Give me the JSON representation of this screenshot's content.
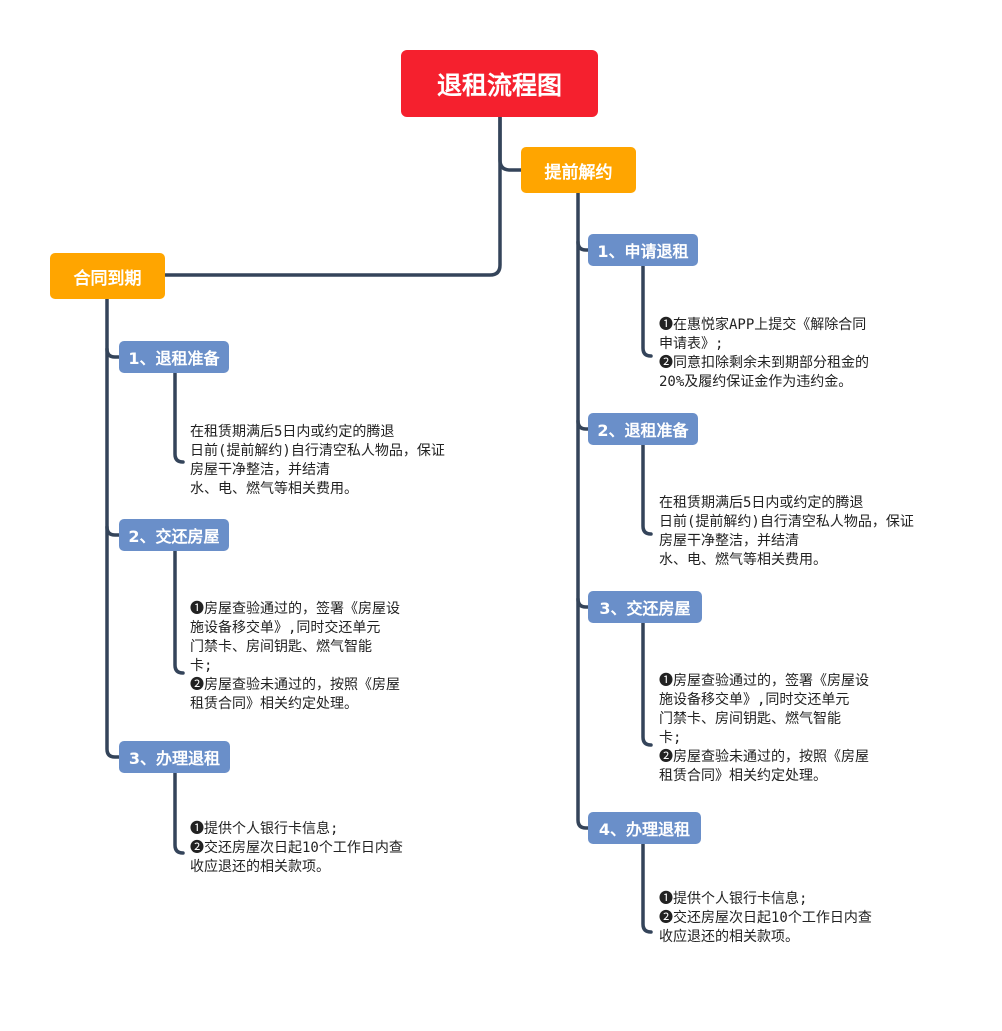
{
  "root": {
    "title": "退租流程图"
  },
  "branches": {
    "contract_expiry": {
      "label": "合同到期",
      "steps": [
        {
          "label": "1、退租准备",
          "note": "在租赁期满后5日内或约定的腾退\n日前(提前解约)自行清空私人物品，保证\n房屋干净整洁，并结清\n水、电、燃气等相关费用。"
        },
        {
          "label": "2、交还房屋",
          "note": "❶房屋查验通过的，签署《房屋设\n施设备移交单》,同时交还单元\n门禁卡、房间钥匙、燃气智能\n卡;\n❷房屋查验未通过的，按照《房屋\n租赁合同》相关约定处理。"
        },
        {
          "label": "3、办理退租",
          "note": "❶提供个人银行卡信息;\n❷交还房屋次日起10个工作日内查\n收应退还的相关款项。"
        }
      ]
    },
    "early_termination": {
      "label": "提前解约",
      "steps": [
        {
          "label": "1、申请退租",
          "note": "❶在惠悦家APP上提交《解除合同\n申请表》;\n❷同意扣除剩余未到期部分租金的\n20%及履约保证金作为违约金。"
        },
        {
          "label": "2、退租准备",
          "note": "在租赁期满后5日内或约定的腾退\n日前(提前解约)自行清空私人物品，保证\n房屋干净整洁，并结清\n水、电、燃气等相关费用。"
        },
        {
          "label": "3、交还房屋",
          "note": "❶房屋查验通过的，签署《房屋设\n施设备移交单》,同时交还单元\n门禁卡、房间钥匙、燃气智能\n卡;\n❷房屋查验未通过的，按照《房屋\n租赁合同》相关约定处理。"
        },
        {
          "label": "4、办理退租",
          "note": "❶提供个人银行卡信息;\n❷交还房屋次日起10个工作日内查\n收应退还的相关款项。"
        }
      ]
    }
  },
  "colors": {
    "root_fill": "#f5202e",
    "main_fill": "#ffa500",
    "sub_fill": "#6a8fc9",
    "connector": "#34445a"
  }
}
